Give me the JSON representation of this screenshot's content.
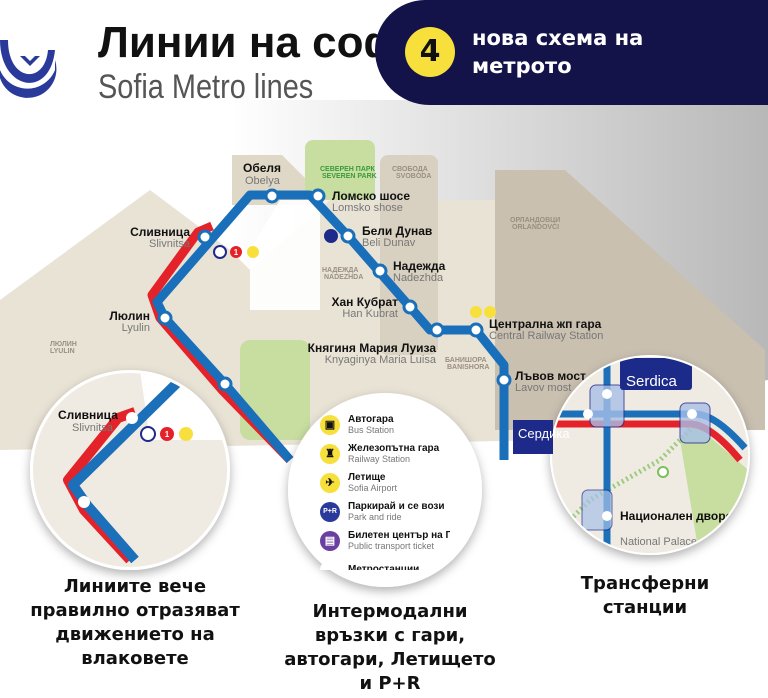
{
  "header": {
    "title_bg": "Линии на софия",
    "title_en": "Sofia Metro lines",
    "badge_number": "4",
    "badge_text": "нова схема на метрото"
  },
  "colors": {
    "navy": "#13134a",
    "blue": "#1a6fba",
    "red": "#e42229",
    "yellow": "#f7e03c",
    "green": "#c8dea0",
    "beige": "#e9e3d6"
  },
  "stations": [
    {
      "bg": "Обеля",
      "en": "Obelya"
    },
    {
      "bg": "Ломско шосе",
      "en": "Lomsko shose"
    },
    {
      "bg": "Бели Дунав",
      "en": "Beli Dunav"
    },
    {
      "bg": "Надежда",
      "en": "Nadezhda"
    },
    {
      "bg": "Хан Кубрат",
      "en": "Han Kubrat"
    },
    {
      "bg": "Княгиня Мария Луиза",
      "en": "Knyaginya Maria Luisa"
    },
    {
      "bg": "Централна жп гара",
      "en": "Central Railway Station"
    },
    {
      "bg": "Лъвов мост",
      "en": "Lavov most"
    },
    {
      "bg": "Сливница",
      "en": "Slivnitsa"
    },
    {
      "bg": "Люлин",
      "en": "Lyulin"
    },
    {
      "bg": "Сердика",
      "en": "Serdica"
    },
    {
      "bg": "Национален дворец на култ",
      "en": "National Palace"
    }
  ],
  "districts": [
    {
      "bg": "СЕВЕРЕН ПАРК",
      "en": "SEVEREN PARK"
    },
    {
      "bg": "СВОБОДА",
      "en": "SVOBODA"
    },
    {
      "bg": "НАДЕЖДА",
      "en": "NADEZHDA"
    },
    {
      "bg": "ОРЛАНДОВЦИ",
      "en": "ORLANDOVCI"
    },
    {
      "bg": "БАНИШОРА",
      "en": "BANISHORA"
    },
    {
      "bg": "ЛЮЛИН",
      "en": "LYULIN"
    }
  ],
  "line_badge": "1",
  "legend": [
    {
      "icon": "bus-icon",
      "bg": "Автогара",
      "en": "Bus Station"
    },
    {
      "icon": "train-icon",
      "bg": "Железопътна гара",
      "en": "Railway Station"
    },
    {
      "icon": "airplane-icon",
      "bg": "Летище",
      "en": "Sofia Airport"
    },
    {
      "icon": "park-ride-icon",
      "bg": "Паркирай и се вози",
      "en": "Park and ride",
      "label": "P+R"
    },
    {
      "icon": "ticket-icon",
      "bg": "Билетен център на ГТ",
      "en": "Public transport ticket"
    },
    {
      "icon": "metro-icon",
      "bg": "Метростанции",
      "en": ""
    }
  ],
  "captions": [
    "Линиите вече правилно отразяват движението на влаковете",
    "Интермодални връзки с гари, автогари, Летището и P+R",
    "Трансферни станции"
  ]
}
